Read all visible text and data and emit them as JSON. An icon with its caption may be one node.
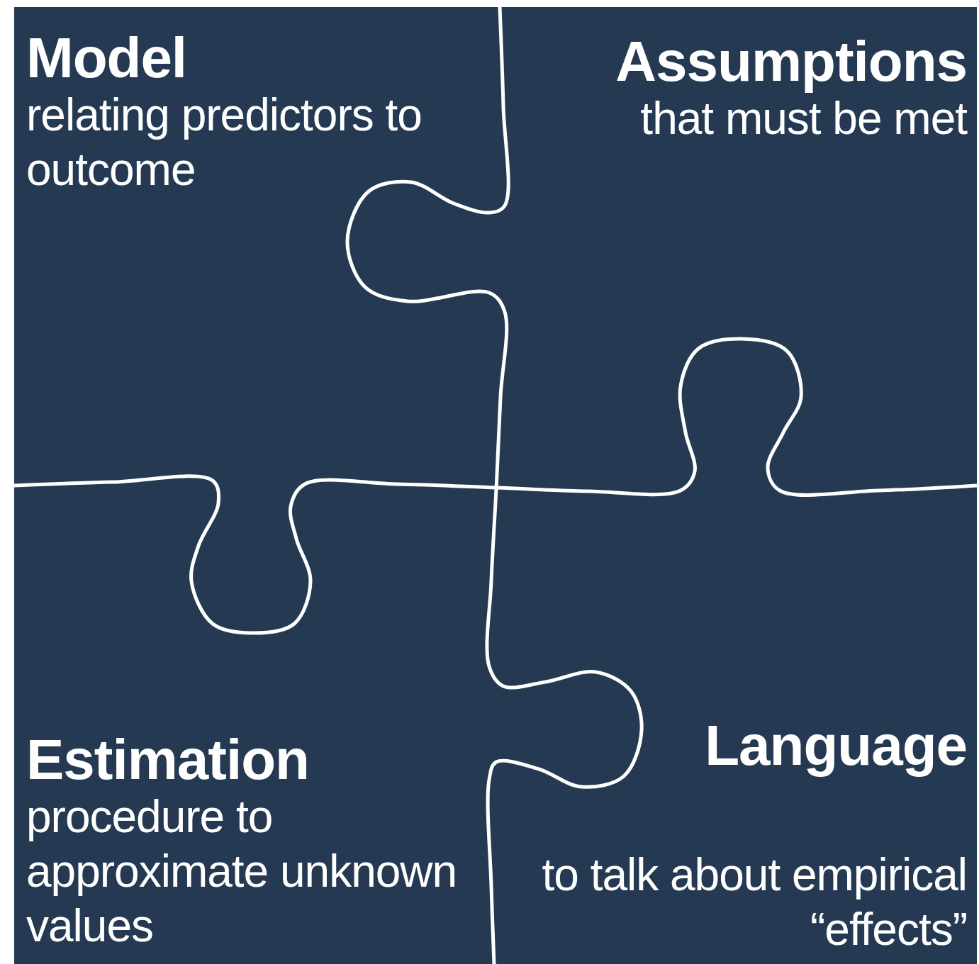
{
  "diagram": {
    "nodes": [
      {
        "text": [
          "Model",
          "relating predictors to outcome"
        ]
      },
      {
        "text": [
          "Assumptions",
          "that must be met"
        ]
      },
      {
        "text": [
          "Estimation",
          "procedure to approximate unknown values"
        ]
      },
      {
        "text": [
          "Language",
          "to talk about empirical “effects”"
        ]
      }
    ]
  }
}
